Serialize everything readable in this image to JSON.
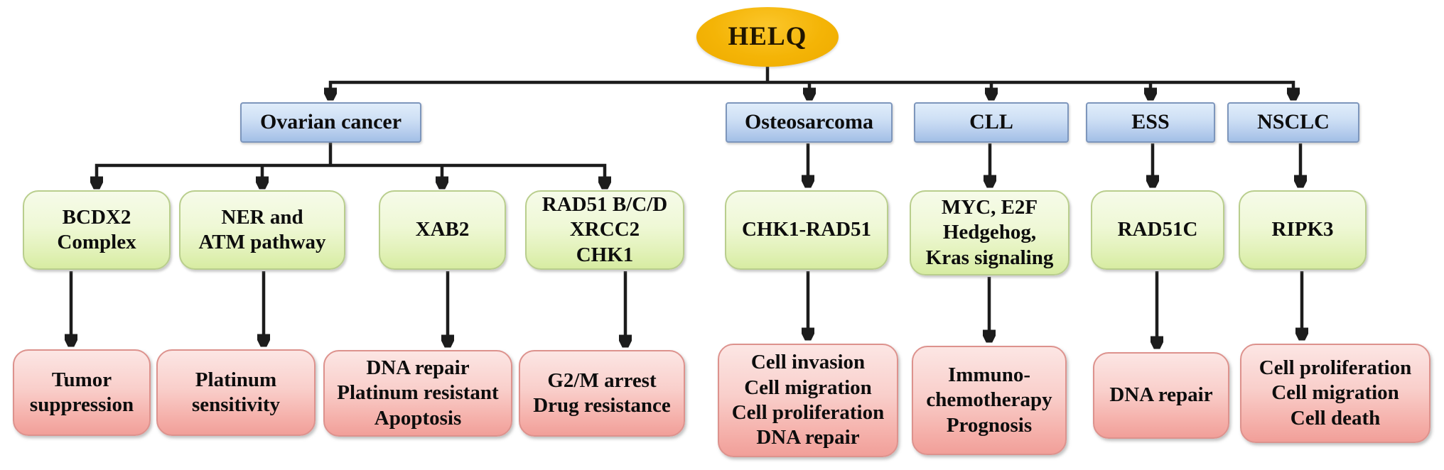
{
  "diagram": {
    "root": {
      "label": "HELQ"
    },
    "cancers": [
      {
        "label": "Ovarian cancer"
      },
      {
        "label": "Osteosarcoma"
      },
      {
        "label": "CLL"
      },
      {
        "label": "ESS"
      },
      {
        "label": "NSCLC"
      }
    ],
    "mechanisms": [
      {
        "lines": [
          "BCDX2",
          "Complex"
        ]
      },
      {
        "lines": [
          "NER and",
          "ATM pathway"
        ]
      },
      {
        "lines": [
          "XAB2"
        ]
      },
      {
        "lines": [
          "RAD51 B/C/D",
          "XRCC2",
          "CHK1"
        ]
      },
      {
        "lines": [
          "CHK1-RAD51"
        ]
      },
      {
        "lines": [
          "MYC, E2F",
          "Hedgehog,",
          "Kras signaling"
        ]
      },
      {
        "lines": [
          "RAD51C"
        ]
      },
      {
        "lines": [
          "RIPK3"
        ]
      }
    ],
    "outcomes": [
      {
        "lines": [
          "Tumor",
          "suppression"
        ]
      },
      {
        "lines": [
          "Platinum",
          "sensitivity"
        ]
      },
      {
        "lines": [
          "DNA repair",
          "Platinum resistant",
          "Apoptosis"
        ]
      },
      {
        "lines": [
          "G2/M arrest",
          "Drug resistance"
        ]
      },
      {
        "lines": [
          "Cell invasion",
          "Cell migration",
          "Cell proliferation",
          "DNA repair"
        ]
      },
      {
        "lines": [
          "Immuno-",
          "chemotherapy",
          "Prognosis"
        ]
      },
      {
        "lines": [
          "DNA repair"
        ]
      },
      {
        "lines": [
          "Cell proliferation",
          "Cell migration",
          "Cell death"
        ]
      }
    ],
    "colors": {
      "root_fill": "#F2B100",
      "cancer_fill": "#BFD5F0",
      "cancer_border": "#7D96BC",
      "mechanism_fill": "#E3F2BB",
      "mechanism_border": "#B9CE8D",
      "outcome_fill": "#F5B0AA",
      "outcome_border": "#DD928D",
      "connector": "#1C1C1C"
    }
  }
}
